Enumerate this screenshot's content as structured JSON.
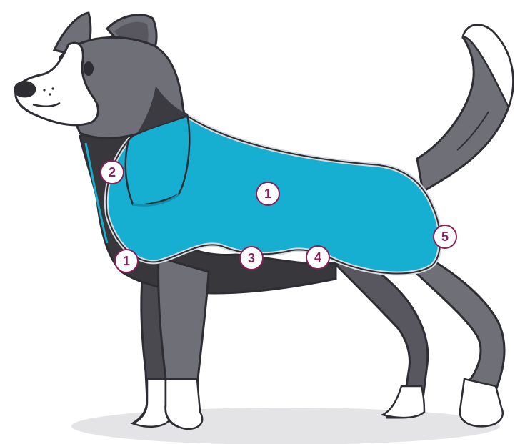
{
  "colors": {
    "coat": "#16aed1",
    "coat_trim": "#d9dcdf",
    "fur_grey": "#6f6f78",
    "fur_dark": "#3c3b41",
    "fur_white": "#ffffff",
    "outline": "#2e2d33",
    "undersuit": "#38373c",
    "badge_accent": "#8a1f57",
    "shadow": "#e4e4e6"
  },
  "badges": [
    {
      "id": "badge-1-body",
      "label": "1"
    },
    {
      "id": "badge-2-neck",
      "label": "2"
    },
    {
      "id": "badge-1-chest",
      "label": "1"
    },
    {
      "id": "badge-3-belly",
      "label": "3"
    },
    {
      "id": "badge-4-belly",
      "label": "4"
    },
    {
      "id": "badge-5-rear",
      "label": "5"
    }
  ]
}
